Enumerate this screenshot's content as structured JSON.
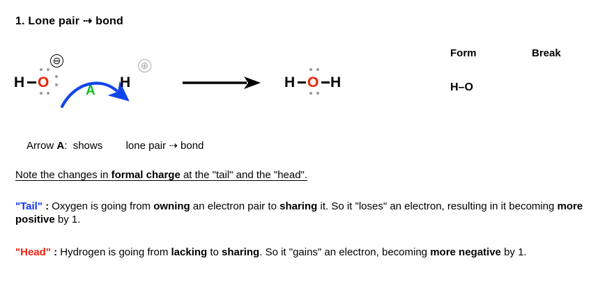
{
  "title": "1. Lone pair ⇢ bond",
  "scheme": {
    "reactant_left": {
      "h_label": "H",
      "o_label": "O",
      "charge": "⊖",
      "description": "hydroxide-anion"
    },
    "reactant_right": {
      "h_label": "H",
      "charge": "⊕",
      "description": "proton"
    },
    "curved_arrow_label": "A",
    "product": {
      "h_left": "H",
      "o_label": "O",
      "h_right": "H",
      "description": "water"
    }
  },
  "table": {
    "form_header": "Form",
    "break_header": "Break",
    "form_value": "H–O",
    "break_value": ""
  },
  "arrow_description": {
    "prefix": "Arrow ",
    "arrow_name": "A",
    "separator": ":  shows",
    "gap": "        ",
    "meaning": "lone pair ⇢ bond"
  },
  "note": {
    "part1": "Note the changes in ",
    "bold": "formal charge",
    "part2": " at the \"tail\" and the \"head\"."
  },
  "tail_paragraph": {
    "tag": "\"Tail\"",
    "colon": " : ",
    "seg1": "Oxygen is going from ",
    "bold1": "owning",
    "seg2": " an electron pair to ",
    "bold2": "sharing",
    "seg3": " it. So it \"loses\" an electron, resulting in it becoming ",
    "bold3": "more positive",
    "seg4": " by 1."
  },
  "head_paragraph": {
    "tag": "\"Head\"",
    "colon": " : ",
    "seg1": "Hydrogen is going from ",
    "bold1": "lacking",
    "seg2": " to ",
    "bold2": "sharing",
    "seg3": ". So it \"gains\" an electron, becoming ",
    "bold3": "more negative",
    "seg4": " by 1."
  },
  "colors": {
    "oxygen": "#ee2200",
    "curved_arrow": "#1144ee",
    "arrow_label": "#11bb22",
    "tail_tag": "#1138ee",
    "head_tag": "#ee2211",
    "lone_pair_dot": "#9a9a9a",
    "positive_charge": "#a7a7a7"
  }
}
